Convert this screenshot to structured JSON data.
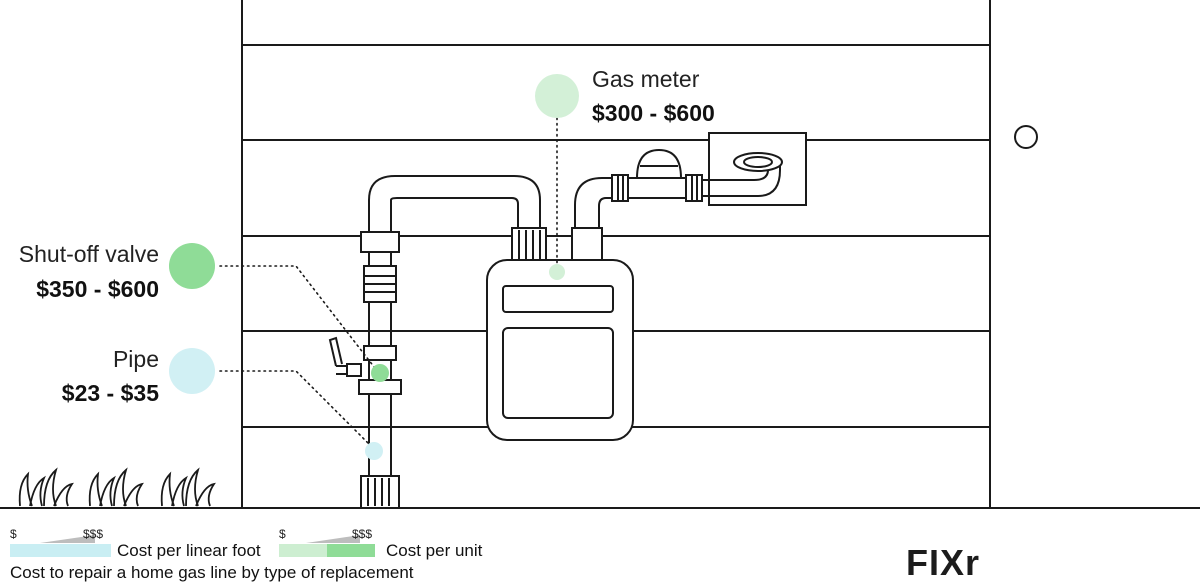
{
  "components": [
    {
      "title": "Gas meter",
      "price": "$300 - $600",
      "color": "#d3f0d7"
    },
    {
      "title": "Shut-off valve",
      "price": "$350 - $600",
      "color": "#8fdc97"
    },
    {
      "title": "Pipe",
      "price": "$23 - $35",
      "color": "#d1f0f4"
    }
  ],
  "legend": {
    "linear": {
      "low": "$",
      "high": "$$$",
      "label": "Cost per linear foot",
      "color": "#c9eef3"
    },
    "unit": {
      "low": "$",
      "high": "$$$",
      "label": "Cost per unit",
      "color_light": "#cdeed1",
      "color_dark": "#8fdc97"
    }
  },
  "footer": "Cost to repair a home gas line by type of replacement",
  "brand": "FIXr"
}
